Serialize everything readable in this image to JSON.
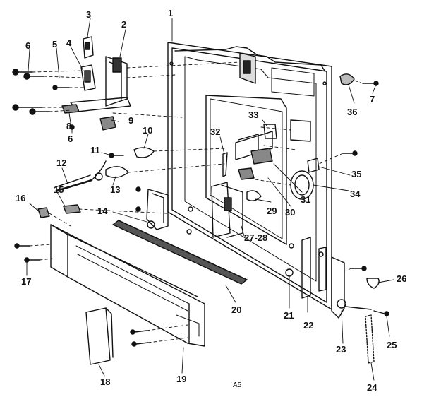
{
  "diagram": {
    "labels": [
      "1",
      "2",
      "3",
      "4",
      "5",
      "6",
      "6",
      "7",
      "8",
      "9",
      "10",
      "11",
      "12",
      "13",
      "14",
      "15",
      "16",
      "17",
      "18",
      "19",
      "20",
      "21",
      "22",
      "23",
      "24",
      "25",
      "26",
      "27-28",
      "29",
      "30",
      "31",
      "32",
      "33",
      "34",
      "35",
      "36"
    ],
    "figure_code": "A5"
  }
}
